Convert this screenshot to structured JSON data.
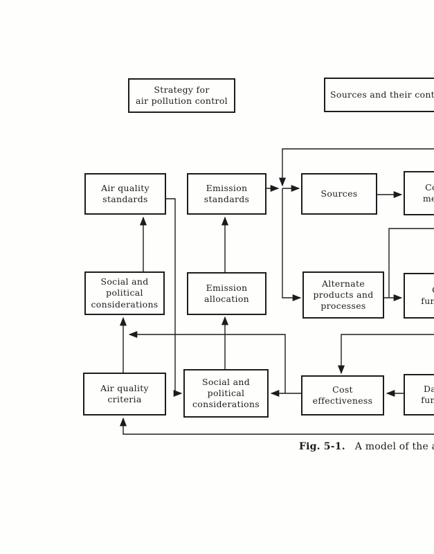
{
  "colors": {
    "ink": "#1c1c1c",
    "paper": "#fefefc"
  },
  "boxes": {
    "strategy": {
      "label": "Strategy for\nair pollution control"
    },
    "sources_control": {
      "label": "Sources and their control"
    },
    "air_quality_standards": {
      "label": "Air quality\nstandards"
    },
    "emission_standards": {
      "label": "Emission\nstandards"
    },
    "sources": {
      "label": "Sources"
    },
    "control_methods": {
      "label": "Control\nmethods"
    },
    "social_political_upper": {
      "label": "Social and\npolitical\nconsiderations"
    },
    "emission_allocation": {
      "label": "Emission\nallocation"
    },
    "alternate_products": {
      "label": "Alternate\nproducts and\nprocesses"
    },
    "cost_functions": {
      "label": "Cost\nfunctions"
    },
    "air_quality_criteria": {
      "label": "Air quality\ncriteria"
    },
    "social_political_lower": {
      "label": "Social and\npolitical\nconsiderations"
    },
    "cost_effectiveness": {
      "label": "Cost\neffectiveness"
    },
    "damage_functions": {
      "label": "Damage\nfunctions"
    }
  },
  "caption": {
    "fig_label": "Fig. 5-1.",
    "text": "A model of the air pollution control strategy."
  }
}
